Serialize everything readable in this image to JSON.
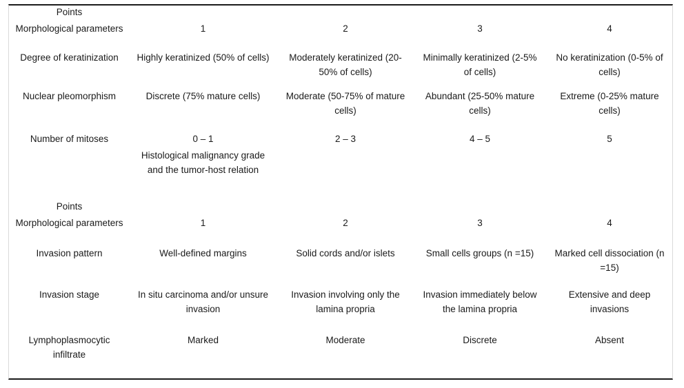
{
  "table": {
    "columns": [
      "Morphological parameters",
      "1",
      "2",
      "3",
      "4"
    ],
    "section_one": {
      "points_label": "Points",
      "param_header": "Morphological parameters",
      "point_values": [
        "1",
        "2",
        "3",
        "4"
      ],
      "rows": [
        {
          "parameter": "Degree of keratinization",
          "values": [
            "Highly keratinized (50% of cells)",
            "Moderately keratinized (20-50% of cells)",
            "Minimally keratinized (2-5% of cells)",
            "No keratinization (0-5% of cells)"
          ]
        },
        {
          "parameter": "Nuclear pleomorphism",
          "values": [
            "Discrete (75% mature cells)",
            "Moderate (50-75% of mature cells)",
            "Abundant (25-50% mature cells)",
            "Extreme (0-25% mature cells)"
          ]
        },
        {
          "parameter": "Number of mitoses",
          "values": [
            "0 – 1",
            "2 – 3",
            "4 – 5",
            "5"
          ]
        }
      ]
    },
    "section_two": {
      "title": "Histological malignancy grade and the tumor-host relation",
      "points_label": "Points",
      "param_header": "Morphological parameters",
      "point_values": [
        "1",
        "2",
        "3",
        "4"
      ],
      "rows": [
        {
          "parameter": "Invasion pattern",
          "values": [
            "Well-defined margins",
            "Solid cords and/or islets",
            "Small cells groups (n =15)",
            "Marked cell dissociation (n =15)"
          ]
        },
        {
          "parameter": "Invasion stage",
          "values": [
            "In situ carcinoma and/or unsure invasion",
            "Invasion involving only the lamina propria",
            "Invasion immediately below the lamina propria",
            "Extensive and deep invasions"
          ]
        },
        {
          "parameter": "Lymphoplasmocytic infiltrate",
          "values": [
            "Marked",
            "Moderate",
            "Discrete",
            "Absent"
          ]
        }
      ]
    }
  }
}
